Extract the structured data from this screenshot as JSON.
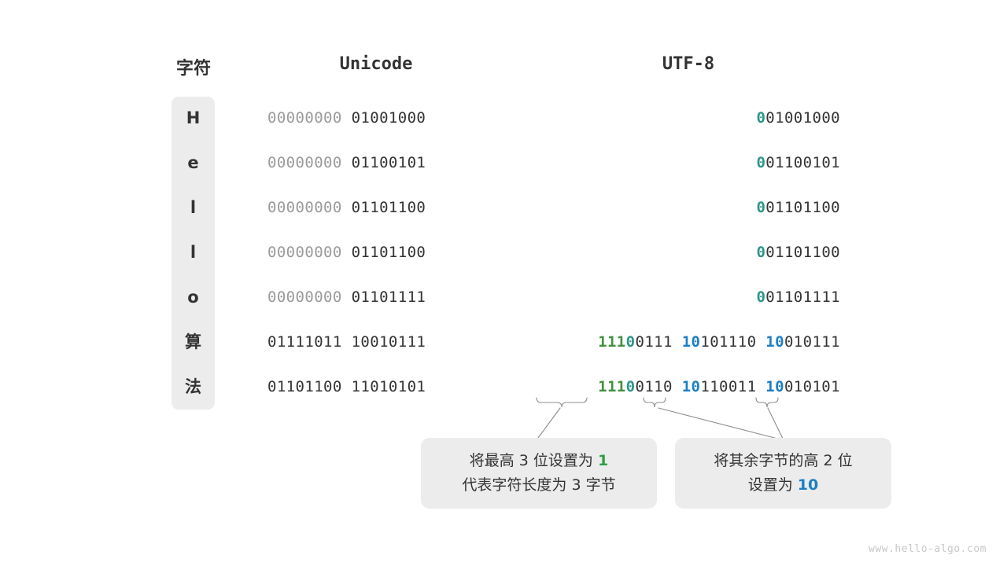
{
  "headers": {
    "character": "字符",
    "unicode": "Unicode",
    "utf8": "UTF-8"
  },
  "rows": [
    {
      "char": "H",
      "unicode_high": "00000000",
      "unicode_low": "01001000",
      "utf8_plain": "01001000"
    },
    {
      "char": "e",
      "unicode_high": "00000000",
      "unicode_low": "01100101",
      "utf8_plain": "01100101"
    },
    {
      "char": "l",
      "unicode_high": "00000000",
      "unicode_low": "01101100",
      "utf8_plain": "01101100"
    },
    {
      "char": "l",
      "unicode_high": "00000000",
      "unicode_low": "01101100",
      "utf8_plain": "01101100"
    },
    {
      "char": "o",
      "unicode_high": "00000000",
      "unicode_low": "01101111",
      "utf8_plain": "01101111"
    },
    {
      "char": "算",
      "unicode_high": "01111011",
      "unicode_low": "10010111",
      "utf8_b1_prefix1": "111",
      "utf8_b1_prefix0": "0",
      "utf8_b1_rest": "0111",
      "utf8_b2_prefix": "10",
      "utf8_b2_rest": "101110",
      "utf8_b3_prefix": "10",
      "utf8_b3_rest": "010111"
    },
    {
      "char": "法",
      "unicode_high": "01101100",
      "unicode_low": "11010101",
      "utf8_b1_prefix1": "111",
      "utf8_b1_prefix0": "0",
      "utf8_b1_rest": "0110",
      "utf8_b2_prefix": "10",
      "utf8_b2_rest": "110011",
      "utf8_b3_prefix": "10",
      "utf8_b3_rest": "010101"
    }
  ],
  "callouts": {
    "left": {
      "line1_a": "将最高 3 位设置为 ",
      "line1_b": "1",
      "line2": "代表字符长度为 3 字节"
    },
    "right": {
      "line1": "将其余字节的高 2 位",
      "line2_a": "设置为 ",
      "line2_b": "10"
    }
  },
  "watermark": "www.hello-algo.com",
  "colors": {
    "green": "#43903f",
    "teal": "#2b9688",
    "blue": "#1b7fc4",
    "dim": "#9a9a9a",
    "text": "#333333",
    "panel": "#ececec"
  }
}
